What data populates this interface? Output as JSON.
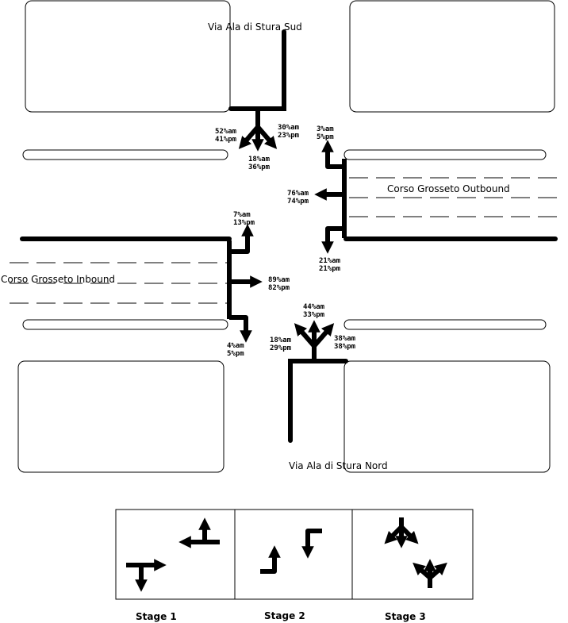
{
  "roads": {
    "north": "Via Ala di Stura Sud",
    "south": "Via Ala di Stura Nord",
    "east": "Corso Grosseto Outbound",
    "west": "Corso Grosseto Inbound"
  },
  "turning_percentages": {
    "north_left": {
      "am": "52%am",
      "pm": "41%pm"
    },
    "north_right": {
      "am": "30%am",
      "pm": "23%pm"
    },
    "north_through": {
      "am": "18%am",
      "pm": "36%pm"
    },
    "east_up": {
      "am": "3%am",
      "pm": "5%pm"
    },
    "east_through": {
      "am": "76%am",
      "pm": "74%pm"
    },
    "east_down": {
      "am": "21%am",
      "pm": "21%pm"
    },
    "west_up": {
      "am": "7%am",
      "pm": "13%pm"
    },
    "west_through": {
      "am": "89%am",
      "pm": "82%pm"
    },
    "west_down": {
      "am": "4%am",
      "pm": "5%pm"
    },
    "south_through": {
      "am": "44%am",
      "pm": "33%pm"
    },
    "south_left": {
      "am": "18%am",
      "pm": "29%pm"
    },
    "south_right": {
      "am": "38%am",
      "pm": "38%pm"
    }
  },
  "stages": [
    "Stage 1",
    "Stage 2",
    "Stage 3"
  ]
}
